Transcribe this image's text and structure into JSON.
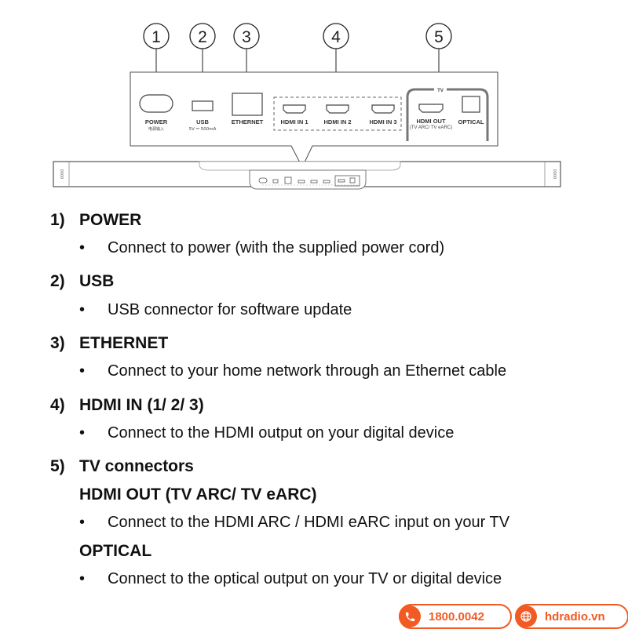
{
  "diagram": {
    "callouts": [
      "1",
      "2",
      "3",
      "4",
      "5"
    ],
    "ports": {
      "power": "POWER",
      "power_sub": "电源输入",
      "usb": "USB",
      "usb_sub": "5V ⎓ 500mA",
      "ethernet": "ETHERNET",
      "hdmi_in_1": "HDMI IN 1",
      "hdmi_in_2": "HDMI IN 2",
      "hdmi_in_3": "HDMI IN 3",
      "hdmi_out": "HDMI OUT",
      "hdmi_out_sub": "(TV ARC/ TV eARC)",
      "optical": "OPTICAL",
      "tv_group": "TV"
    }
  },
  "sections": [
    {
      "num": "1)",
      "title": "POWER",
      "bullet": "Connect to power (with the supplied power cord)"
    },
    {
      "num": "2)",
      "title": "USB",
      "bullet": "USB connector for software update"
    },
    {
      "num": "3)",
      "title": "ETHERNET",
      "bullet": "Connect to your home network through an Ethernet cable"
    },
    {
      "num": "4)",
      "title": "HDMI IN (1/ 2/ 3)",
      "bullet": "Connect to the HDMI output on your digital device"
    },
    {
      "num": "5)",
      "title": "TV connectors",
      "sub1": "HDMI OUT (TV ARC/ TV eARC)",
      "bullet1": "Connect to the HDMI ARC / HDMI eARC input on your TV",
      "sub2": "OPTICAL",
      "bullet2": "Connect to the optical output on your TV or digital device"
    }
  ],
  "bullet_char": "•",
  "branding": {
    "phone": "1800.0042",
    "website": "hdradio.vn",
    "phone_icon": "phone-icon",
    "globe_icon": "globe-icon",
    "accent_color": "#f15a22"
  }
}
